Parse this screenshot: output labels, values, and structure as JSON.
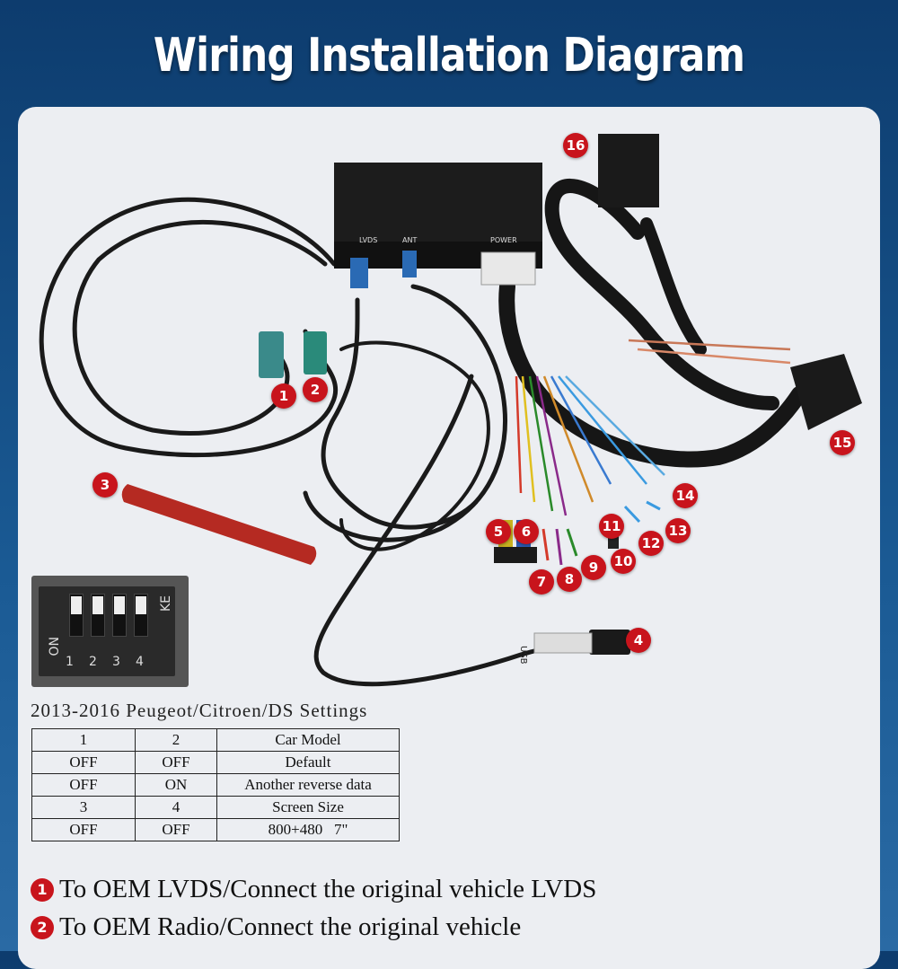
{
  "title": "Wiring Installation Diagram",
  "module": {
    "port_lvds": "LVDS",
    "port_ant": "ANT",
    "port_power": "POWER",
    "usb_label": "USB"
  },
  "badges": [
    "1",
    "2",
    "3",
    "4",
    "5",
    "6",
    "7",
    "8",
    "9",
    "10",
    "11",
    "12",
    "13",
    "14",
    "15",
    "16"
  ],
  "dip_switch": {
    "on_label": "ON",
    "ke_label": "KE",
    "numbers": [
      "1",
      "2",
      "3",
      "4"
    ]
  },
  "settings": {
    "caption": "2013-2016 Peugeot/Citroen/DS Settings",
    "rows": [
      [
        "1",
        "2",
        "Car Model"
      ],
      [
        "OFF",
        "OFF",
        "Default"
      ],
      [
        "OFF",
        "ON",
        "Another reverse data"
      ],
      [
        "3",
        "4",
        "Screen Size"
      ],
      [
        "OFF",
        "OFF",
        "800+480   7\""
      ]
    ]
  },
  "notes": [
    {
      "num": "1",
      "text": "To OEM LVDS/Connect the original vehicle LVDS"
    },
    {
      "num": "2",
      "text": "To OEM Radio/Connect the original vehicle"
    }
  ],
  "colors": {
    "badge": "#c8141c",
    "header_bg": "#0d3c6e",
    "panel_bg": "#eceef2",
    "fakra_lvds": "#3a8a8a",
    "fakra_radio": "#2a8a7a",
    "connector_blue": "#2a6ab4",
    "antenna_red": "#b52a22"
  }
}
